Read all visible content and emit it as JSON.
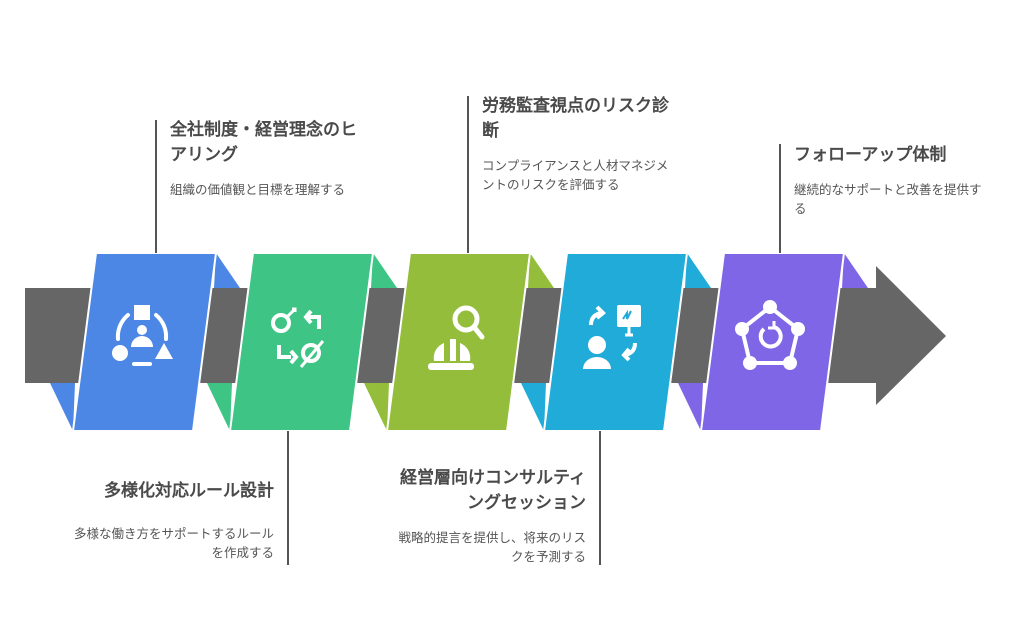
{
  "steps": [
    {
      "title": "全社制度・経営理念のヒアリング",
      "desc": "組織の価値観と目標を理解する",
      "color": "#4d87e6",
      "icon": "people-shapes-icon"
    },
    {
      "title": "多様化対応ルール設計",
      "desc": "多様な働き方をサポートするルールを作成する",
      "color": "#3ec585",
      "icon": "gender-arrows-icon"
    },
    {
      "title": "労務監査視点のリスク診断",
      "desc": "コンプライアンスと人材マネジメントのリスクを評価する",
      "color": "#93bd3a",
      "icon": "helmet-search-icon"
    },
    {
      "title": "経営層向けコンサルティングセッション",
      "desc": "戦略的提言を提供し、将来のリスクを予測する",
      "color": "#21abd9",
      "icon": "presentation-person-icon"
    },
    {
      "title": "フォローアップ体制",
      "desc": "継続的なサポートと改善を提供する",
      "color": "#7e66e6",
      "icon": "network-refresh-icon"
    }
  ],
  "arrow_color": "#666666"
}
